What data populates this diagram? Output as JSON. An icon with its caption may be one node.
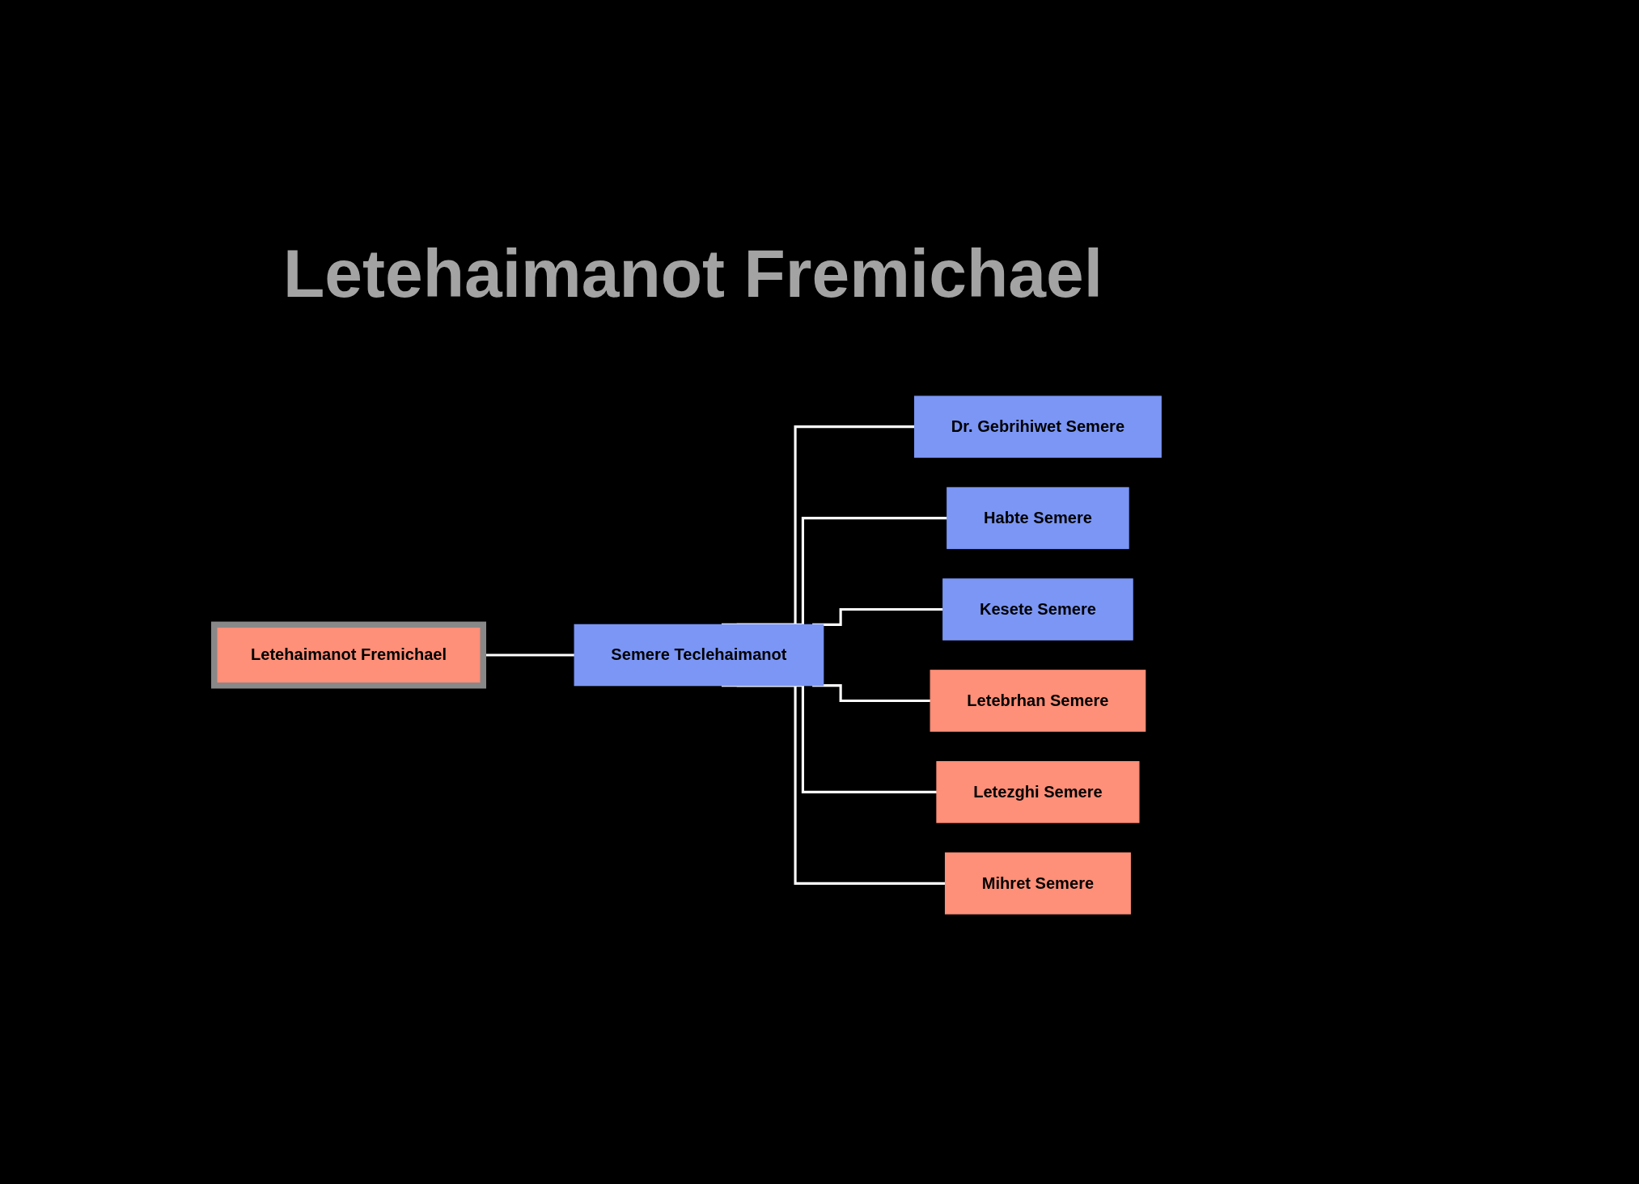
{
  "diagram": {
    "title": "Letehaimanot Fremichael",
    "nodes": [
      {
        "text": [
          "Letehaimanot Fremichael"
        ]
      },
      {
        "text": [
          "Semere Teclehaimanot"
        ]
      },
      {
        "text": [
          "Dr. Gebrihiwet Semere"
        ]
      },
      {
        "text": [
          "Habte Semere"
        ]
      },
      {
        "text": [
          "Kesete Semere"
        ]
      },
      {
        "text": [
          "Letebrhan Semere"
        ]
      },
      {
        "text": [
          "Letezghi Semere"
        ]
      },
      {
        "text": [
          "Mihret Semere"
        ]
      }
    ],
    "edges": [
      {
        "from": 0,
        "to": 1,
        "arrow": "none"
      },
      {
        "from": 1,
        "to": 2,
        "arrow": "none"
      },
      {
        "from": 1,
        "to": 3,
        "arrow": "none"
      },
      {
        "from": 1,
        "to": 4,
        "arrow": "none"
      },
      {
        "from": 1,
        "to": 5,
        "arrow": "none"
      },
      {
        "from": 1,
        "to": 6,
        "arrow": "none"
      },
      {
        "from": 1,
        "to": 7,
        "arrow": "none"
      }
    ]
  }
}
